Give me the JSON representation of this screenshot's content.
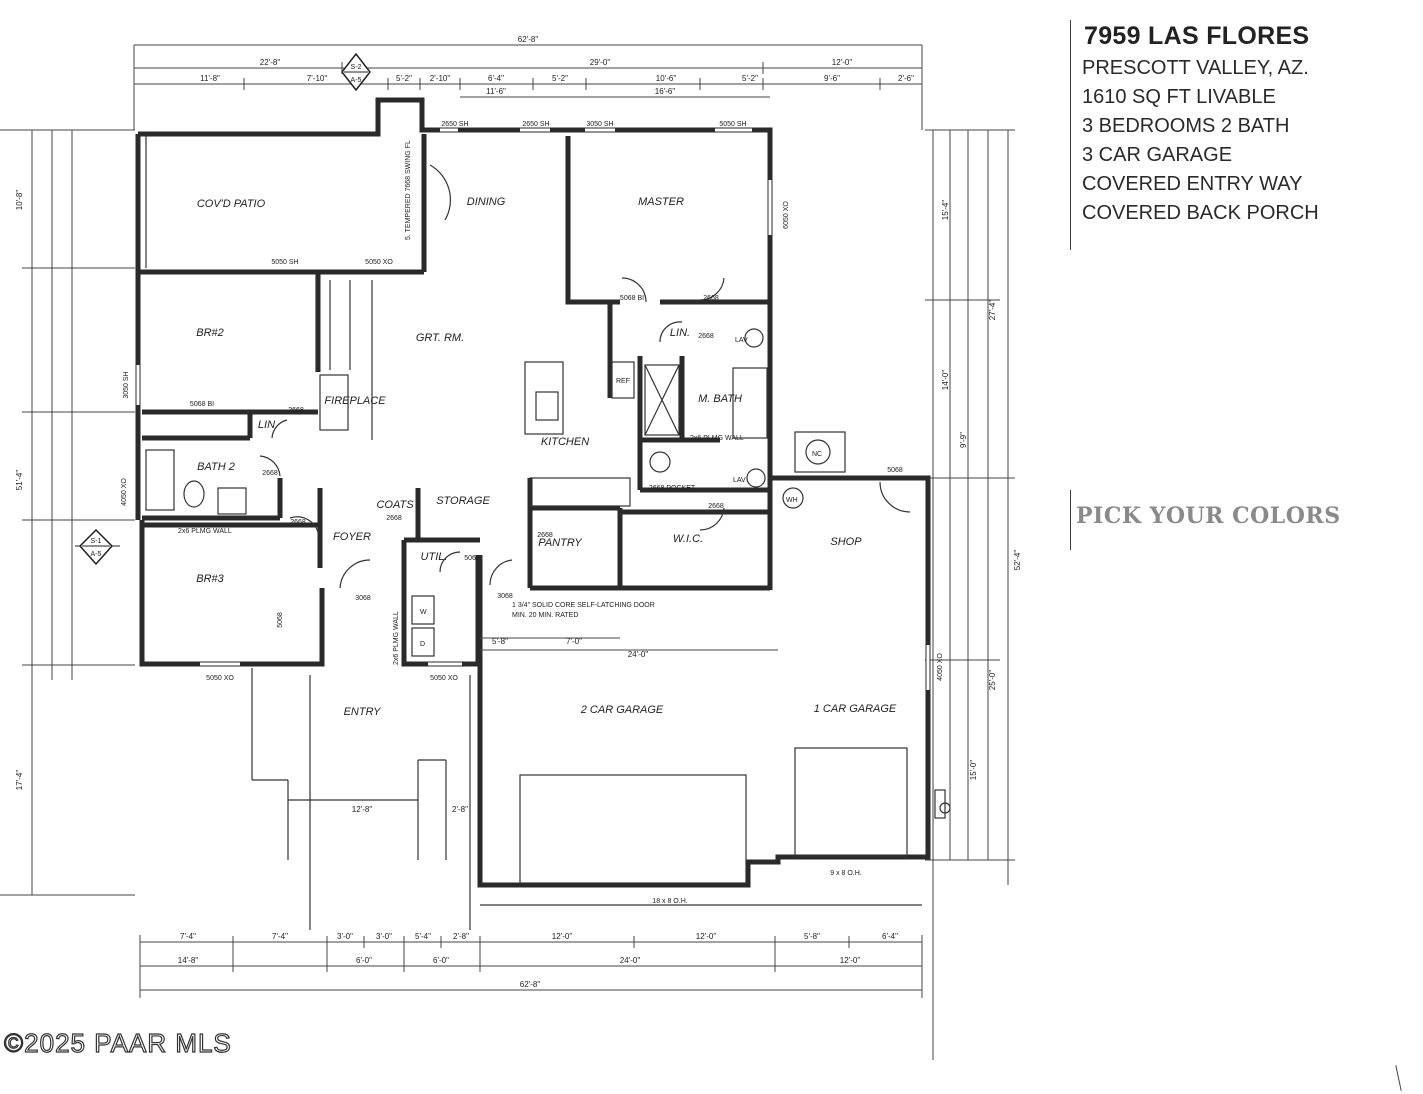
{
  "listing": {
    "address": "7959 LAS FLORES",
    "city_state": "PRESCOTT VALLEY, AZ.",
    "features": [
      "1610 SQ FT LIVABLE",
      "3 BEDROOMS  2 BATH",
      "3 CAR GARAGE",
      "COVERED ENTRY WAY",
      "COVERED BACK PORCH"
    ]
  },
  "pick_colors": "PICK YOUR COLORS",
  "watermark": "©2025 PAAR MLS",
  "rooms": {
    "patio": "COV'D PATIO",
    "dining": "DINING",
    "master": "MASTER",
    "br2": "BR#2",
    "great_room": "GRT. RM.",
    "fireplace": "FIREPLACE",
    "kitchen": "KITCHEN",
    "master_bath": "M. BATH",
    "bath2": "BATH 2",
    "foyer": "FOYER",
    "coats": "COATS",
    "storage": "STORAGE",
    "pantry": "PANTRY",
    "wic": "W.I.C.",
    "shop": "SHOP",
    "br3": "BR#3",
    "util": "UTIL.",
    "entry": "ENTRY",
    "garage2": "2 CAR GARAGE",
    "garage1": "1 CAR GARAGE",
    "lin1": "LIN.",
    "lin2": "LIN."
  },
  "dims": {
    "overall_top": "62'-8\"",
    "top_a": "22'-8\"",
    "top_b": "29'-0\"",
    "top_c": "12'-0\"",
    "top_d1": "11'-8\"",
    "top_d2": "7'-10\"",
    "top_d3": "5'-2\"",
    "top_d4": "2'-10\"",
    "top_d5": "6'-4\"",
    "top_d6": "5'-2\"",
    "top_d7": "10'-6\"",
    "top_d8": "5'-2\"",
    "top_d9": "9'-6\"",
    "top_d10": "2'-6\"",
    "top_e1": "11'-6\"",
    "top_e2": "16'-6\"",
    "overall_bottom": "62'-8\"",
    "bot_a": "14'-8\"",
    "bot_b": "6'-0\"",
    "bot_c": "6'-0\"",
    "bot_d": "24'-0\"",
    "bot_e": "12'-0\"",
    "bot_f1": "7'-4\"",
    "bot_f2": "7'-4\"",
    "bot_f3": "3'-0\"",
    "bot_f4": "3'-0\"",
    "bot_f5": "5'-4\"",
    "bot_f6": "2'-8\"",
    "bot_f7": "12'-0\"",
    "bot_f8": "12'-0\"",
    "bot_f9": "5'-8\"",
    "bot_f10": "6'-4\"",
    "garage_door_a": "18 x 8 O.H.",
    "garage_door_b": "9 x 8 O.H.",
    "entry_a": "12'-8\"",
    "entry_b": "2'-8\"",
    "garage_width": "24'-0\"",
    "garage_a": "5'-8\"",
    "garage_b": "7'-0\"",
    "left_total": "51'-4\"",
    "left_a": "10'-8\"",
    "left_b": "17'-4\"",
    "right_total": "52'-4\"",
    "right_a": "27'-4\"",
    "right_b": "25'-0\"",
    "right_c": "15'-0\"",
    "right_d": "15'-4\"",
    "right_e": "14'-0\"",
    "right_f": "9'-9\""
  },
  "windows": {
    "w1": "5050 SH",
    "w2": "5050 XO",
    "w3": "2650 SH",
    "w4": "2650 SH",
    "w5": "3050 SH",
    "w6": "5050 SH",
    "w7": "6050 XO",
    "w8": "3050 SH",
    "w9": "4050 XO",
    "w10": "5050 XO",
    "w11": "5050 XO",
    "w12": "4050 XO",
    "door1": "5068 BI",
    "door2": "2668",
    "door3": "2668",
    "door4": "2668",
    "door5": "5068",
    "door6": "3068",
    "door7": "2668",
    "door8": "5068",
    "door9": "2668",
    "door10": "3068",
    "door11": "5068",
    "door12": "5068 BI",
    "door13": "2668",
    "door14": "2668",
    "door15": "2668",
    "door16": "2668 POCKET"
  },
  "notes": {
    "garage_door": "1 3/4\" SOLID CORE SELF-LATCHING DOOR",
    "garage_door_2": "MIN. 20 MIN. RATED",
    "wall_note": "2x6 PLMG WALL",
    "wall_note_2": "2x6 PLMG WALL",
    "wall_note_3": "2x6 PLMG WALL",
    "stair": "5. TEMPERED 7668 SWING FL",
    "section_a": "S-2",
    "section_a_sheet": "A-5",
    "section_b": "S-1",
    "section_b_sheet": "A-5",
    "wh": "WH",
    "nc": "NC",
    "lav": "LAV",
    "ref": "REF",
    "w": "W",
    "d": "D"
  }
}
